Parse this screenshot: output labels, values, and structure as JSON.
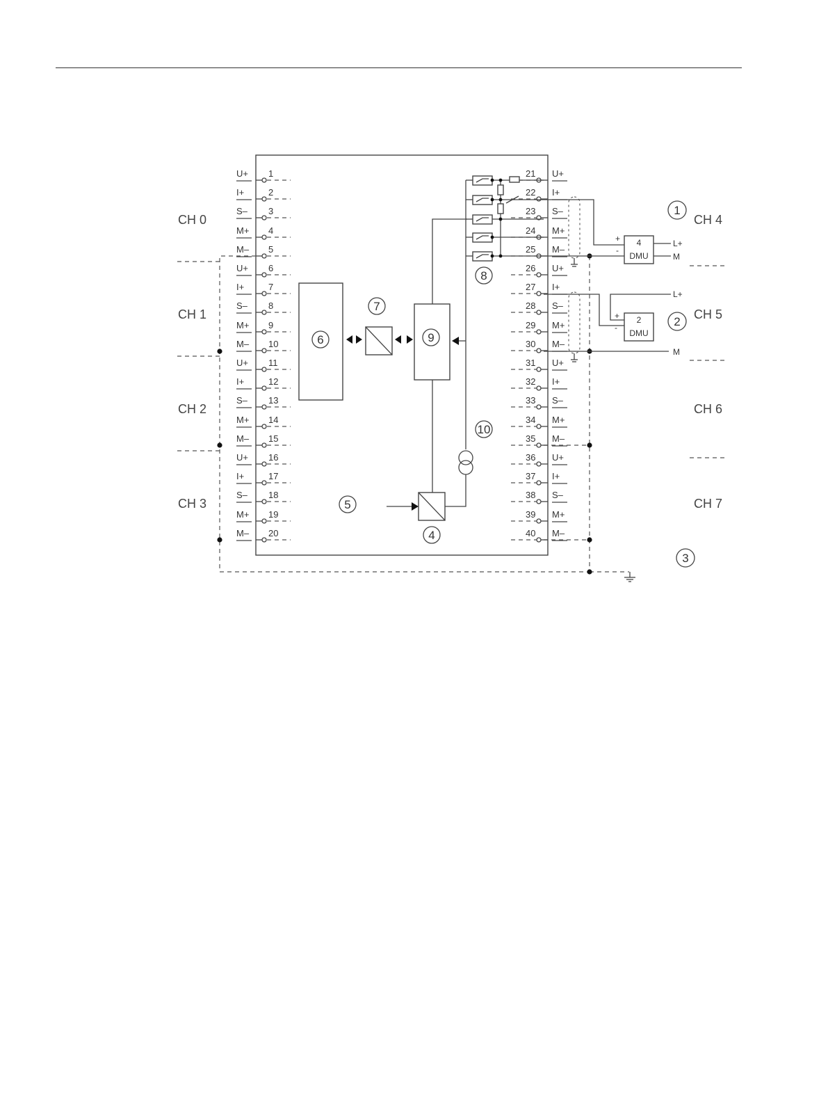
{
  "left_terminals": [
    {
      "n": "1",
      "sig": "U+"
    },
    {
      "n": "2",
      "sig": "I+"
    },
    {
      "n": "3",
      "sig": "S–"
    },
    {
      "n": "4",
      "sig": "M+"
    },
    {
      "n": "5",
      "sig": "M–"
    },
    {
      "n": "6",
      "sig": "U+"
    },
    {
      "n": "7",
      "sig": "I+"
    },
    {
      "n": "8",
      "sig": "S–"
    },
    {
      "n": "9",
      "sig": "M+"
    },
    {
      "n": "10",
      "sig": "M–"
    },
    {
      "n": "11",
      "sig": "U+"
    },
    {
      "n": "12",
      "sig": "I+"
    },
    {
      "n": "13",
      "sig": "S–"
    },
    {
      "n": "14",
      "sig": "M+"
    },
    {
      "n": "15",
      "sig": "M–"
    },
    {
      "n": "16",
      "sig": "U+"
    },
    {
      "n": "17",
      "sig": "I+"
    },
    {
      "n": "18",
      "sig": "S–"
    },
    {
      "n": "19",
      "sig": "M+"
    },
    {
      "n": "20",
      "sig": "M–"
    }
  ],
  "right_terminals": [
    {
      "n": "21",
      "sig": "U+"
    },
    {
      "n": "22",
      "sig": "I+"
    },
    {
      "n": "23",
      "sig": "S–"
    },
    {
      "n": "24",
      "sig": "M+"
    },
    {
      "n": "25",
      "sig": "M–"
    },
    {
      "n": "26",
      "sig": "U+"
    },
    {
      "n": "27",
      "sig": "I+"
    },
    {
      "n": "28",
      "sig": "S–"
    },
    {
      "n": "29",
      "sig": "M+"
    },
    {
      "n": "30",
      "sig": "M–"
    },
    {
      "n": "31",
      "sig": "U+"
    },
    {
      "n": "32",
      "sig": "I+"
    },
    {
      "n": "33",
      "sig": "S–"
    },
    {
      "n": "34",
      "sig": "M+"
    },
    {
      "n": "35",
      "sig": "M–"
    },
    {
      "n": "36",
      "sig": "U+"
    },
    {
      "n": "37",
      "sig": "I+"
    },
    {
      "n": "38",
      "sig": "S–"
    },
    {
      "n": "39",
      "sig": "M+"
    },
    {
      "n": "40",
      "sig": "M–"
    }
  ],
  "channels_left": [
    "CH 0",
    "CH 1",
    "CH 2",
    "CH 3"
  ],
  "channels_right": [
    "CH 4",
    "CH 5",
    "CH 6",
    "CH 7"
  ],
  "callouts": {
    "c1": "1",
    "c2": "2",
    "c3": "3",
    "c4": "4",
    "c5": "5",
    "c6": "6",
    "c7": "7",
    "c8": "8",
    "c9": "9",
    "c10": "10"
  },
  "transducers": {
    "dmu4": {
      "wires": "4",
      "label": "DMU",
      "plus": "+",
      "minus": "-",
      "supply": "L+",
      "ground": "M"
    },
    "dmu2": {
      "wires": "2",
      "label": "DMU",
      "plus": "+",
      "minus": "-",
      "supply": "L+",
      "ground": "M"
    }
  }
}
